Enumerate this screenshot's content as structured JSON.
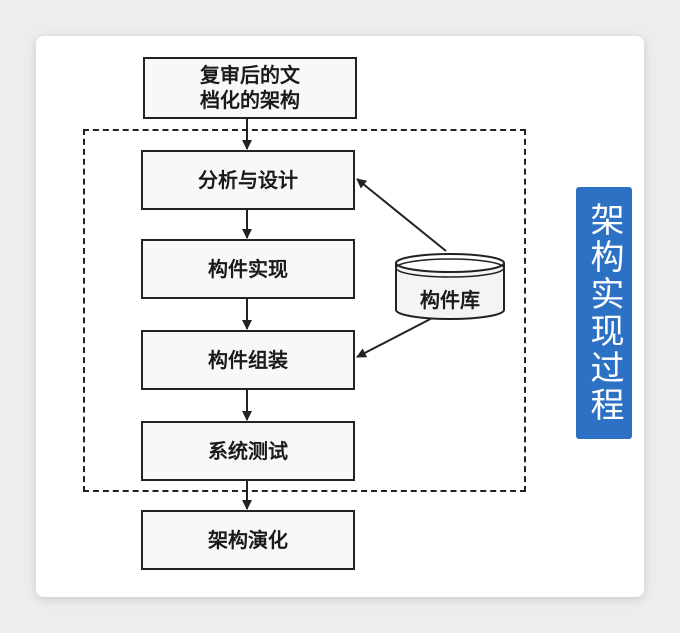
{
  "diagram": {
    "steps": [
      {
        "label": "复审后的文\n档化的架构"
      },
      {
        "label": "分析与设计"
      },
      {
        "label": "构件实现"
      },
      {
        "label": "构件组装"
      },
      {
        "label": "系统测试"
      },
      {
        "label": "架构演化"
      }
    ],
    "library": {
      "label": "构件库"
    },
    "side_title": "架构实现过程",
    "colors": {
      "side_title_bg": "#2d71c4",
      "stroke": "#222222"
    }
  }
}
